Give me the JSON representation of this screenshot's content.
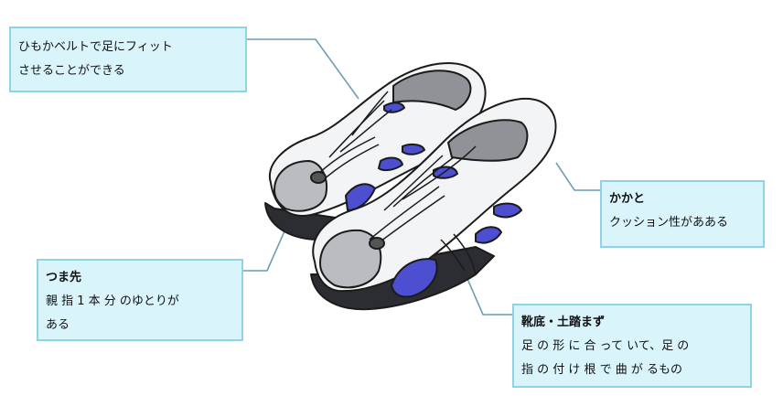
{
  "callouts": {
    "strap": {
      "lines": [
        "ひもかベルトで足にフィット",
        "させることができる"
      ]
    },
    "heel": {
      "title": "かかと",
      "lines": [
        "クッション性があある"
      ]
    },
    "toe": {
      "title": "つま先",
      "lines": [
        "親 指 1 本 分 のゆとりが",
        "ある"
      ]
    },
    "sole": {
      "title": "靴底・土踏まず",
      "lines": [
        "足 の 形 に 合 って いて、足 の",
        "指 の 付 け 根 で 曲 が るもの"
      ]
    }
  },
  "colors": {
    "box_fill": "#d9f4fb",
    "box_border": "#8fd3e8",
    "leader_line": "#6f9cb3",
    "shoe_accent": "#4b4fd0",
    "shoe_gray": "#b9bcc0",
    "outsole": "#2b2d33"
  }
}
